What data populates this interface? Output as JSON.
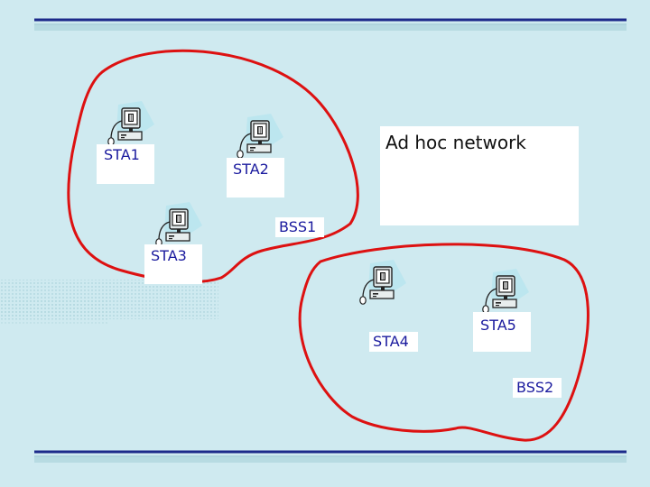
{
  "title": "Ad hoc network",
  "stations": [
    {
      "label": "STA1",
      "group": "BSS1"
    },
    {
      "label": "STA2",
      "group": "BSS1"
    },
    {
      "label": "STA3",
      "group": "BSS1"
    },
    {
      "label": "STA4",
      "group": "BSS2"
    },
    {
      "label": "STA5",
      "group": "BSS2"
    }
  ],
  "bss": [
    {
      "label": "BSS1"
    },
    {
      "label": "BSS2"
    }
  ],
  "icon": "computer-workstation-icon",
  "colors": {
    "background": "#cfeaf0",
    "border_line": "#1c2a8a",
    "loop": "#dd1111",
    "label_text": "#1a1a9e"
  }
}
